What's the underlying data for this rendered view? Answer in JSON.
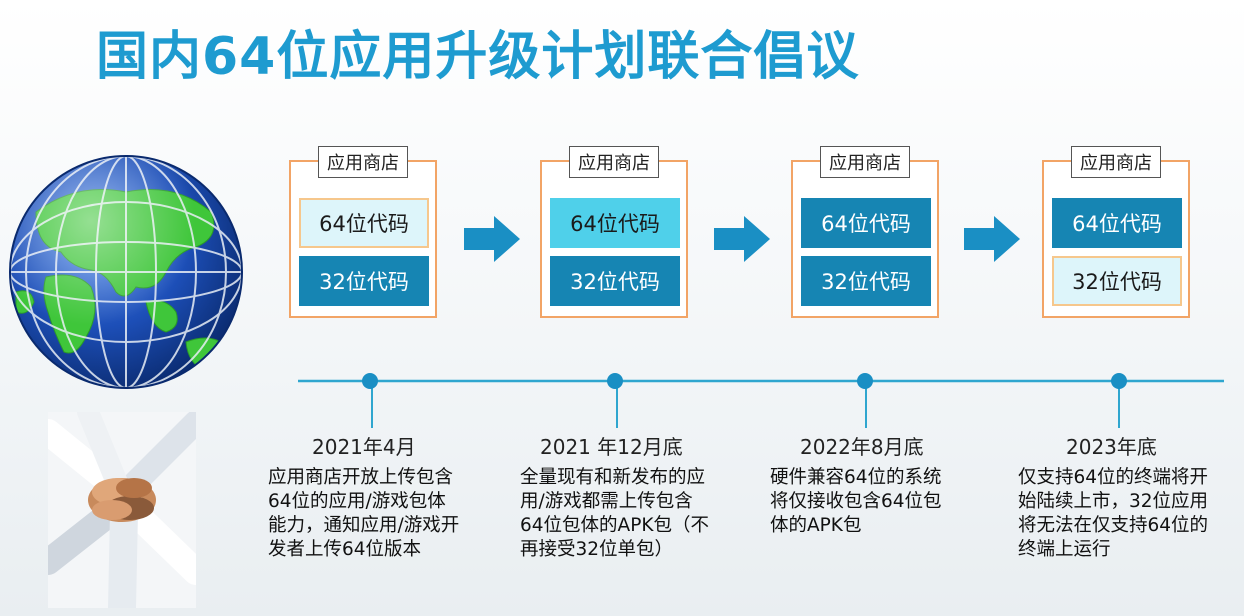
{
  "title": "国内64位应用升级计划联合倡议",
  "stages": [
    {
      "store": "应用商店",
      "box64": "64位代码",
      "box32": "32位代码"
    },
    {
      "store": "应用商店",
      "box64": "64位代码",
      "box32": "32位代码"
    },
    {
      "store": "应用商店",
      "box64": "64位代码",
      "box32": "32位代码"
    },
    {
      "store": "应用商店",
      "box64": "64位代码",
      "box32": "32位代码"
    }
  ],
  "milestones": [
    {
      "date": "2021年4月",
      "text": "应用商店开放上传包含64位的应用/游戏包体能力，通知应用/游戏开发者上传64位版本"
    },
    {
      "date": "2021 年12月底",
      "text": "全量现有和新发布的应用/游戏都需上传包含64位包体的APK包（不再接受32位单包）"
    },
    {
      "date": "2022年8月底",
      "text": "硬件兼容64位的系统将仅接收包含64位包体的APK包"
    },
    {
      "date": "2023年底",
      "text": "仅支持64位的终端将开始陆续上市，32位应用将无法在仅支持64位的终端上运行"
    }
  ],
  "colors": {
    "title": "#1e9bd0",
    "solid_box": "#1685b3",
    "light_box": "#ddf5fa",
    "highlight_box": "#4fd0ea",
    "stage_border": "#f2a466",
    "timeline": "#2fa6cf",
    "arrow": "#1a8fc4"
  }
}
